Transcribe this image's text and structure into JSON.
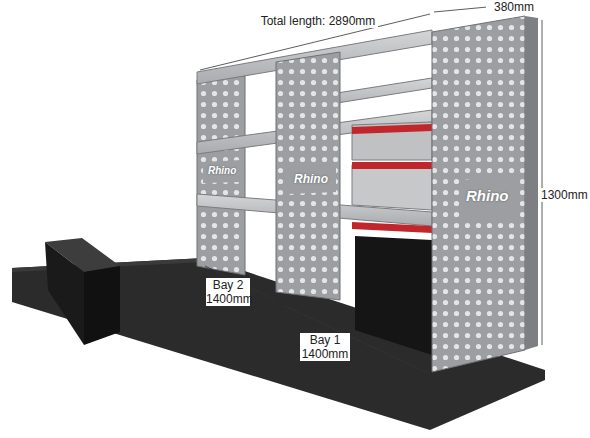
{
  "diagram": {
    "labels": [
      "Total length: 2890mm",
      "380mm",
      "1300mm",
      "Bay 2 1400mm",
      "Bay 1 1400mm",
      "Rhino",
      "Rhino",
      "Rhino"
    ]
  }
}
